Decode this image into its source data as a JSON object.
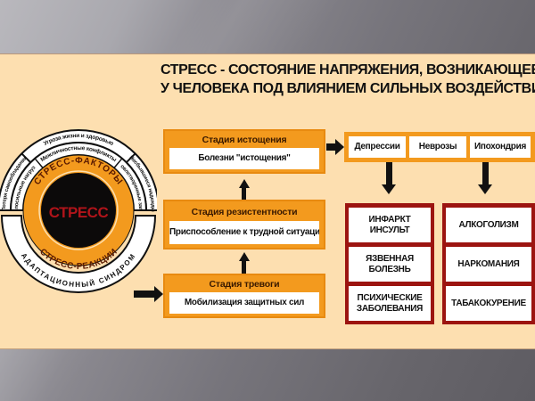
{
  "title": {
    "line1": "СТРЕСС - СОСТОЯНИЕ НАПРЯЖЕНИЯ, ВОЗНИКАЮЩЕЕ",
    "line2": "У ЧЕЛОВЕКА ПОД ВЛИЯНИЕМ СИЛЬНЫХ ВОЗДЕЙСТВИЙ"
  },
  "circle": {
    "center_label": "СТРЕСС",
    "upper_ring_label": "СТРЕСС-ФАКТОРЫ",
    "lower_ring_label": "СТРЕСС-РЕАКЦИИ",
    "outer_bottom_label": "АДАПТАЦИОННЫЙ СИНДРОМ",
    "stress_factors": [
      "Потеря самообладания",
      "Непосильные нагрузки",
      "Угроза жизни и здоровью",
      "Межличностные конфликты",
      "Несбывшиеся надежды",
      "Неудовлетворенные запросы"
    ]
  },
  "stages": [
    {
      "title": "Стадия истощения",
      "description": "Болезни \"истощения\""
    },
    {
      "title": "Стадия резистентности",
      "description": "Приспособление к трудной ситуации"
    },
    {
      "title": "Стадия тревоги",
      "description": "Мобилизация защитных сил"
    }
  ],
  "disorders": [
    "Депрессии",
    "Неврозы",
    "Ипохондрия"
  ],
  "consequences_left": [
    "ИНФАРКТ ИНСУЛЬТ",
    "ЯЗВЕННАЯ БОЛЕЗНЬ",
    "ПСИХИЧЕСКИЕ ЗАБОЛЕВАНИЯ"
  ],
  "consequences_right": [
    "АЛКОГОЛИЗМ",
    "НАРКОМАНИЯ",
    "ТАБАКОКУРЕНИЕ"
  ],
  "colors": {
    "banner": "#fddfb0",
    "orange": "#f39a1e",
    "dark_red": "#9c1410",
    "black": "#111111",
    "stress_text": "#b0141a"
  }
}
